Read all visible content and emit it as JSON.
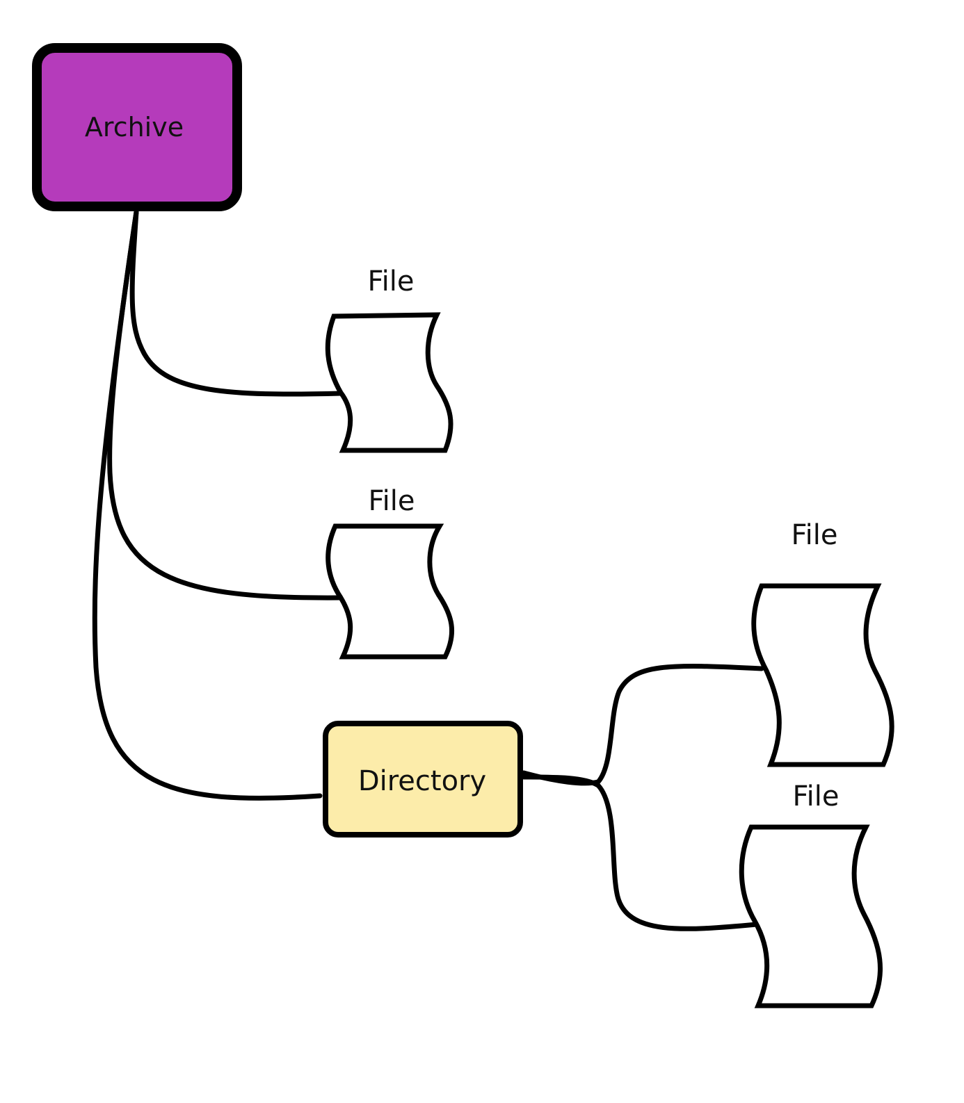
{
  "nodes": {
    "archive": {
      "label": "Archive",
      "fill": "#b53bbb"
    },
    "directory": {
      "label": "Directory",
      "fill": "#fcecaa"
    },
    "file_1": {
      "label": "File"
    },
    "file_2": {
      "label": "File"
    },
    "file_3": {
      "label": "File"
    },
    "file_4": {
      "label": "File"
    }
  },
  "colors": {
    "stroke": "#000000",
    "background": "#ffffff"
  }
}
